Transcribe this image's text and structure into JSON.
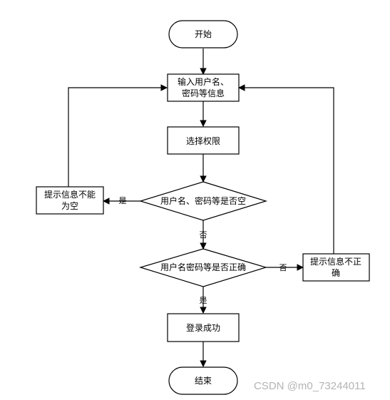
{
  "nodes": {
    "start": "开始",
    "input_line1": "输入用户名、",
    "input_line2": "密码等信息",
    "select_perm": "选择权限",
    "check_empty": "用户名、密码等是否空",
    "msg_empty_line1": "提示信息不能",
    "msg_empty_line2": "为空",
    "check_correct": "用户名密码等是否正确",
    "msg_wrong_line1": "提示信息不正",
    "msg_wrong_line2": "确",
    "login_ok": "登录成功",
    "end": "结束"
  },
  "edges": {
    "empty_yes": "是",
    "empty_no": "否",
    "correct_no": "否",
    "correct_yes": "是"
  },
  "watermark": "CSDN @m0_73244011"
}
